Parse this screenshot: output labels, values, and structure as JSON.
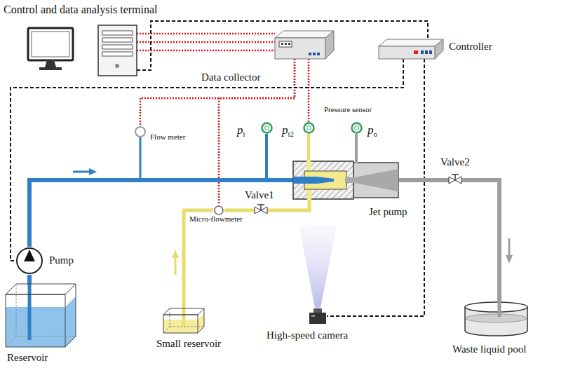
{
  "diagram": {
    "nodes": [
      {
        "text": [
          "Control and data analysis terminal"
        ]
      },
      {
        "text": [
          "Data collector"
        ]
      },
      {
        "text": [
          "Controller"
        ]
      },
      {
        "text": [
          "Flow meter"
        ]
      },
      {
        "text": [
          "pi"
        ]
      },
      {
        "text": [
          "Pressure sensor",
          "pi2"
        ]
      },
      {
        "text": [
          "po"
        ]
      },
      {
        "text": [
          "Pump"
        ]
      },
      {
        "text": [
          "Reservoir"
        ]
      },
      {
        "text": [
          "Micro-flowmeter"
        ]
      },
      {
        "text": [
          "Valve1"
        ]
      },
      {
        "text": [
          "Jet pump"
        ]
      },
      {
        "text": [
          "Valve2"
        ]
      },
      {
        "text": [
          "Small reservoir"
        ]
      },
      {
        "text": [
          "High-speed camera"
        ]
      },
      {
        "text": [
          "Waste liquid pool"
        ]
      }
    ],
    "edges": [
      {
        "from": 0,
        "to": 1,
        "arrow": "none"
      },
      {
        "from": 0,
        "to": 2,
        "arrow": "none"
      },
      {
        "from": 1,
        "to": 3,
        "arrow": "none"
      },
      {
        "from": 1,
        "to": 9,
        "arrow": "none"
      },
      {
        "from": 1,
        "to": 5,
        "arrow": "none"
      },
      {
        "from": 2,
        "to": 7,
        "arrow": "none"
      },
      {
        "from": 2,
        "to": 14,
        "arrow": "none"
      },
      {
        "from": 8,
        "to": 7,
        "arrow": "none"
      },
      {
        "from": 7,
        "to": 11,
        "arrow": "none"
      },
      {
        "from": 4,
        "to": 11,
        "arrow": "none"
      },
      {
        "from": 5,
        "to": 11,
        "arrow": "none"
      },
      {
        "from": 6,
        "to": 11,
        "arrow": "none"
      },
      {
        "from": 13,
        "to": 9,
        "arrow": "none"
      },
      {
        "from": 9,
        "to": 10,
        "arrow": "none"
      },
      {
        "from": 10,
        "to": 11,
        "arrow": "none"
      },
      {
        "from": 11,
        "to": 12,
        "arrow": "none"
      },
      {
        "from": 12,
        "to": 15,
        "arrow": "none"
      }
    ]
  }
}
